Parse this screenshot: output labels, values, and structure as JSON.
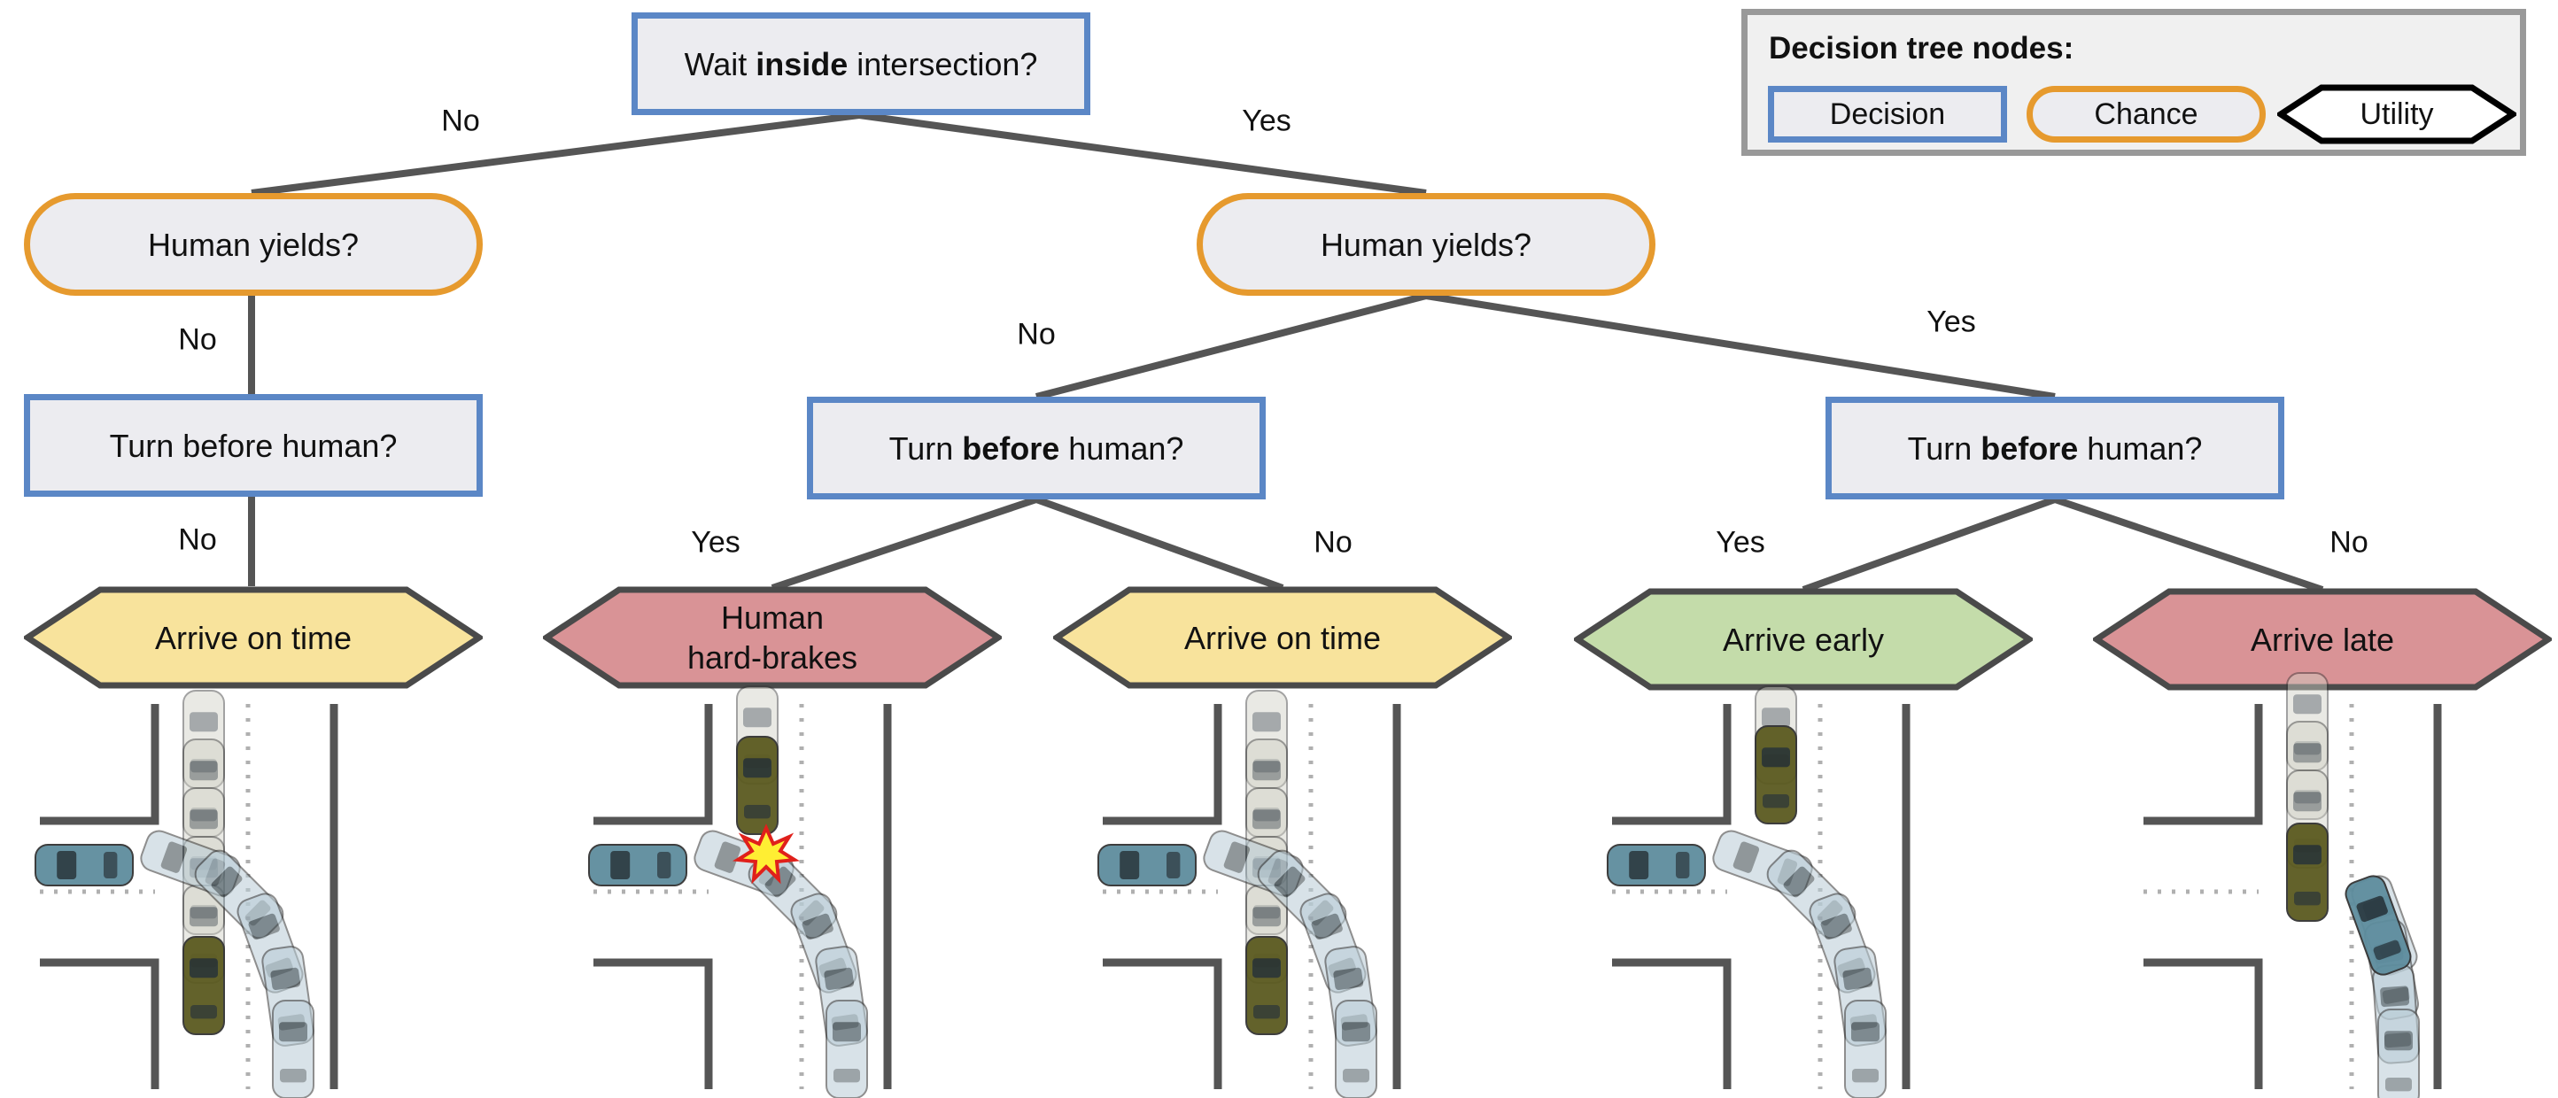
{
  "tree": {
    "root": {
      "pre": "Wait ",
      "bold": "inside",
      "post": " intersection?"
    },
    "edge_labels": {
      "root_no": "No",
      "root_yes": "Yes",
      "left_chance_no": "No",
      "left_decision_no": "No",
      "right_chance_no": "No",
      "right_chance_yes": "Yes",
      "mid_decision_yes": "Yes",
      "mid_decision_no": "No",
      "right_decision_yes": "Yes",
      "right_decision_no": "No"
    },
    "left_chance": "Human yields?",
    "right_chance": "Human yields?",
    "left_decision": "Turn before human?",
    "mid_decision": {
      "pre": "Turn ",
      "bold": "before",
      "post": " human?"
    },
    "right_decision": {
      "pre": "Turn ",
      "bold": "before",
      "post": " human?"
    },
    "outcomes": [
      {
        "line1": "Arrive on time",
        "line2": "",
        "color": "#f8e39c"
      },
      {
        "line1": "Human",
        "line2": "hard-brakes",
        "color": "#d99396"
      },
      {
        "line1": "Arrive on time",
        "line2": "",
        "color": "#f8e39c"
      },
      {
        "line1": "Arrive early",
        "line2": "",
        "color": "#c4dcaa"
      },
      {
        "line1": "Arrive late",
        "line2": "",
        "color": "#d99396"
      }
    ]
  },
  "legend": {
    "title": "Decision tree nodes:",
    "decision": "Decision",
    "chance": "Chance",
    "utility": "Utility"
  },
  "colors": {
    "decision_border": "#5b87c6",
    "chance_border": "#e69a2e",
    "edge": "#555555",
    "robot_car": "#5e8d9e",
    "human_car": "#5b5a20"
  }
}
